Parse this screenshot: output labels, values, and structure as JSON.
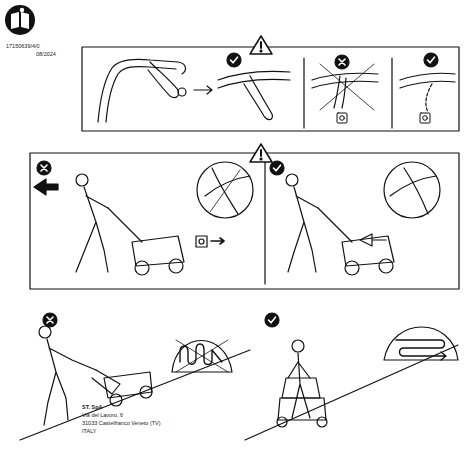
{
  "diagram": {
    "labels": [
      "17150639/4/0",
      "08/2024",
      "ST. SpA",
      "Via del Lavoro, 6",
      "31033 Castelfranco Veneto (TV)",
      "ITALY"
    ]
  }
}
